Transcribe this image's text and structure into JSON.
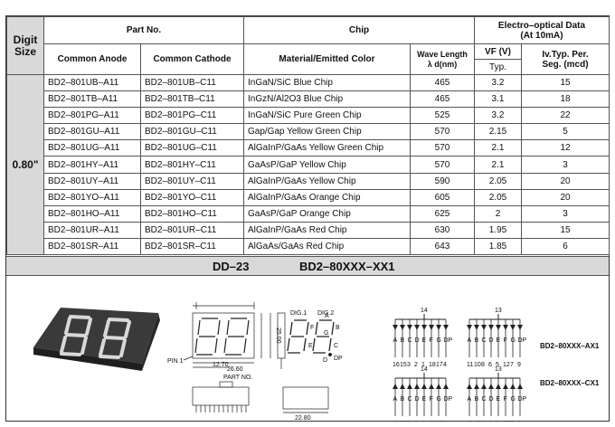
{
  "header": {
    "digit_size": "Digit\nSize",
    "part_no": "Part No.",
    "chip": "Chip",
    "electro": "Electro–optical Data\n(At 10mA)",
    "common_anode": "Common Anode",
    "common_cathode": "Common Cathode",
    "material": "Material/Emitted Color",
    "wave_length": "Wave Length\nλ d(nm)",
    "vf": "VF (V)",
    "vf_typ": "Typ.",
    "iv": "Iv.Typ. Per.\nSeg. (mcd)"
  },
  "size": "0.80\"",
  "rows": [
    {
      "anode": "BD2–801UB–A11",
      "cathode": "BD2–801UB–C11",
      "material": "InGaN/SiC  Blue Chip",
      "wave": "465",
      "vf": "3.2",
      "iv": "15"
    },
    {
      "anode": "BD2–801TB–A11",
      "cathode": "BD2–801TB–C11",
      "material": "InGzN/Al2O3 Blue Chip",
      "wave": "465",
      "vf": "3.1",
      "iv": "18"
    },
    {
      "anode": "BD2–801PG–A11",
      "cathode": "BD2–801PG–C11",
      "material": "InGaN/SiC Pure Green  Chip",
      "wave": "525",
      "vf": "3.2",
      "iv": "22"
    },
    {
      "anode": "BD2–801GU–A11",
      "cathode": "BD2–801GU–C11",
      "material": "Gap/Gap Yellow Green  Chip",
      "wave": "570",
      "vf": "2.15",
      "iv": "5"
    },
    {
      "anode": "BD2–801UG–A11",
      "cathode": "BD2–801UG–C11",
      "material": "AlGaInP/GaAs Yellow Green Chip",
      "wave": "570",
      "vf": "2.1",
      "iv": "12"
    },
    {
      "anode": "BD2–801HY–A11",
      "cathode": "BD2–801HY–C11",
      "material": "GaAsP/GaP Yellow  Chip",
      "wave": "570",
      "vf": "2.1",
      "iv": "3"
    },
    {
      "anode": "BD2–801UY–A11",
      "cathode": "BD2–801UY–C11",
      "material": "AlGaInP/GaAs Yellow  Chip",
      "wave": "590",
      "vf": "2.05",
      "iv": "20"
    },
    {
      "anode": "BD2–801YO–A11",
      "cathode": "BD2–801YO–C11",
      "material": "AlGaInP/GaAs Orange  Chip",
      "wave": "605",
      "vf": "2.05",
      "iv": "20"
    },
    {
      "anode": "BD2–801HO–A11",
      "cathode": "BD2–801HO–C11",
      "material": "GaAsP/GaP Orange  Chip",
      "wave": "625",
      "vf": "2",
      "iv": "3"
    },
    {
      "anode": "BD2–801UR–A11",
      "cathode": "BD2–801UR–C11",
      "material": "AlGaInP/GaAs Red  Chip",
      "wave": "630",
      "vf": "1.95",
      "iv": "15"
    },
    {
      "anode": "BD2–801SR–A11",
      "cathode": "BD2–801SR–C11",
      "material": "AlGaAs/GaAs Red Chip",
      "wave": "643",
      "vf": "1.85",
      "iv": "6"
    }
  ],
  "package_bar": {
    "left": "DD–23",
    "right": "BD2–80XXX–XX1"
  },
  "drawing": {
    "dig1": "DIG.1",
    "dig2": "DIG.2",
    "pin1": "PIN 1",
    "part_no": "PART NO.",
    "dim_width": "26.60",
    "dim_pitch": "12.70",
    "dim_height": "25.00",
    "dim_bottom": "22.80",
    "seg_labels": [
      "A",
      "B",
      "C",
      "D",
      "E",
      "F",
      "G",
      "DP"
    ],
    "common_pin_1": "14",
    "common_pin_2": "13",
    "pins_1": [
      "16",
      "15",
      "3",
      "2",
      "1",
      "18",
      "17",
      "4"
    ],
    "pins_2": [
      "11",
      "10",
      "8",
      "6",
      "5",
      "12",
      "7",
      "9"
    ],
    "seg_letters": [
      "A",
      "B",
      "C",
      "D",
      "E",
      "F",
      "G",
      "DP"
    ],
    "model_ax": "BD2–80XXX–AX1",
    "model_cx": "BD2–80XXX–CX1"
  }
}
